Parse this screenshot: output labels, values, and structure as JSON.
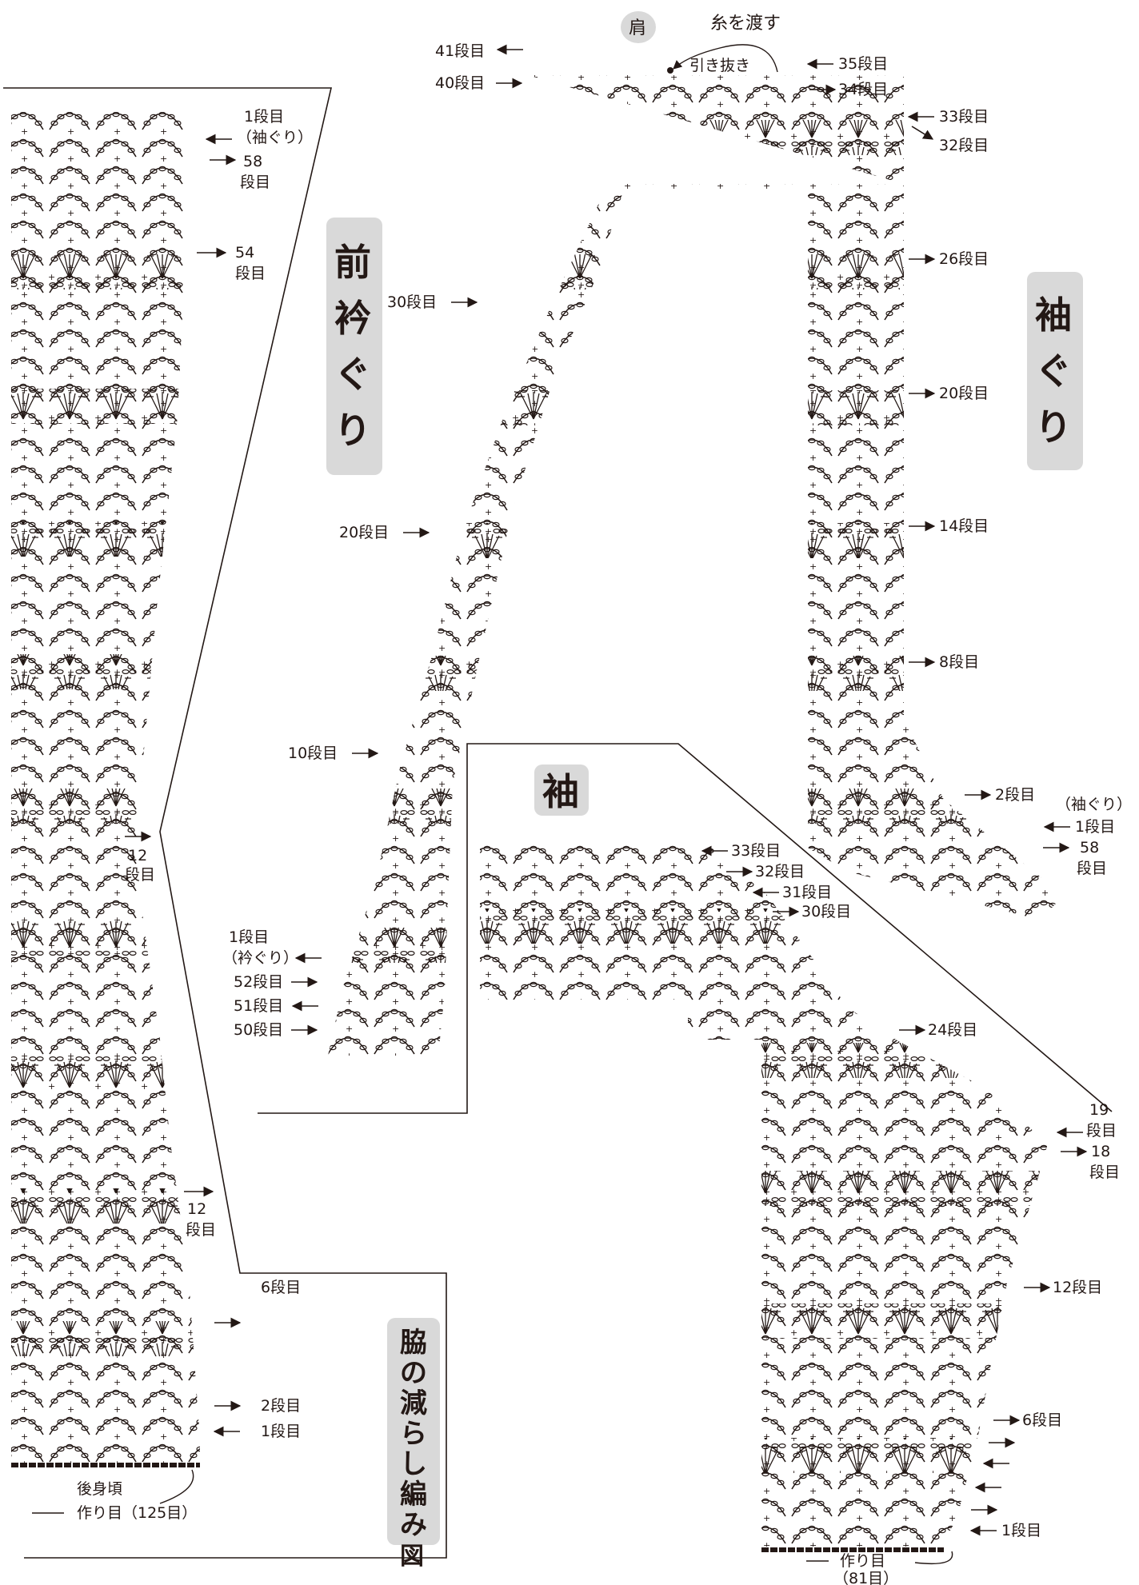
{
  "titles": {
    "front_neck": "前衿ぐり",
    "armhole": "袖ぐり",
    "sleeve": "袖",
    "side_dec": "脇の減らし編み図",
    "shoulder": "肩"
  },
  "notes": {
    "carry_yarn": "糸を渡す",
    "slip_stitch": "引き抜き",
    "back_body": "後身頃",
    "back_chain": "作り目（125目）",
    "sleeve_chain_1": "作り目",
    "sleeve_chain_2": "（81目）"
  },
  "back_labels": {
    "r1_a": "1段目",
    "r1_b": "（袖ぐり）",
    "r58_a": "58",
    "r58_b": "段目",
    "r54_a": "54",
    "r54_b": "段目",
    "r12a_a": "12",
    "r12a_b": "段目",
    "r12b_a": "12",
    "r12b_b": "段目",
    "r6": "6段目",
    "r2": "2段目",
    "r1": "1段目"
  },
  "neck_labels": {
    "r41": "41段目",
    "r40": "40段目",
    "r35": "35段目",
    "r34": "34段目",
    "r33": "33段目",
    "r32": "32段目",
    "r30": "30段目",
    "r20": "20段目",
    "r10": "10段目",
    "r1_a": "1段目",
    "r1_b": "（衿ぐり）",
    "r52": "52段目",
    "r51": "51段目",
    "r50": "50段目"
  },
  "armhole_labels": {
    "r26": "26段目",
    "r20": "20段目",
    "r14": "14段目",
    "r8": "8段目",
    "r2": "2段目",
    "r1_b": "（袖ぐり）",
    "r1_a": "1段目",
    "r58_a": "58",
    "r58_b": "段目"
  },
  "sleeve_labels": {
    "r33": "33段目",
    "r32": "32段目",
    "r31": "31段目",
    "r30": "30段目",
    "r24": "24段目",
    "r19_a": "19",
    "r19_b": "段目",
    "r18_a": "18",
    "r18_b": "段目",
    "r12": "12段目",
    "r6": "6段目",
    "r1": "1段目"
  },
  "colors": {
    "ink": "#231815",
    "label_bg": "#d9d9d9"
  }
}
